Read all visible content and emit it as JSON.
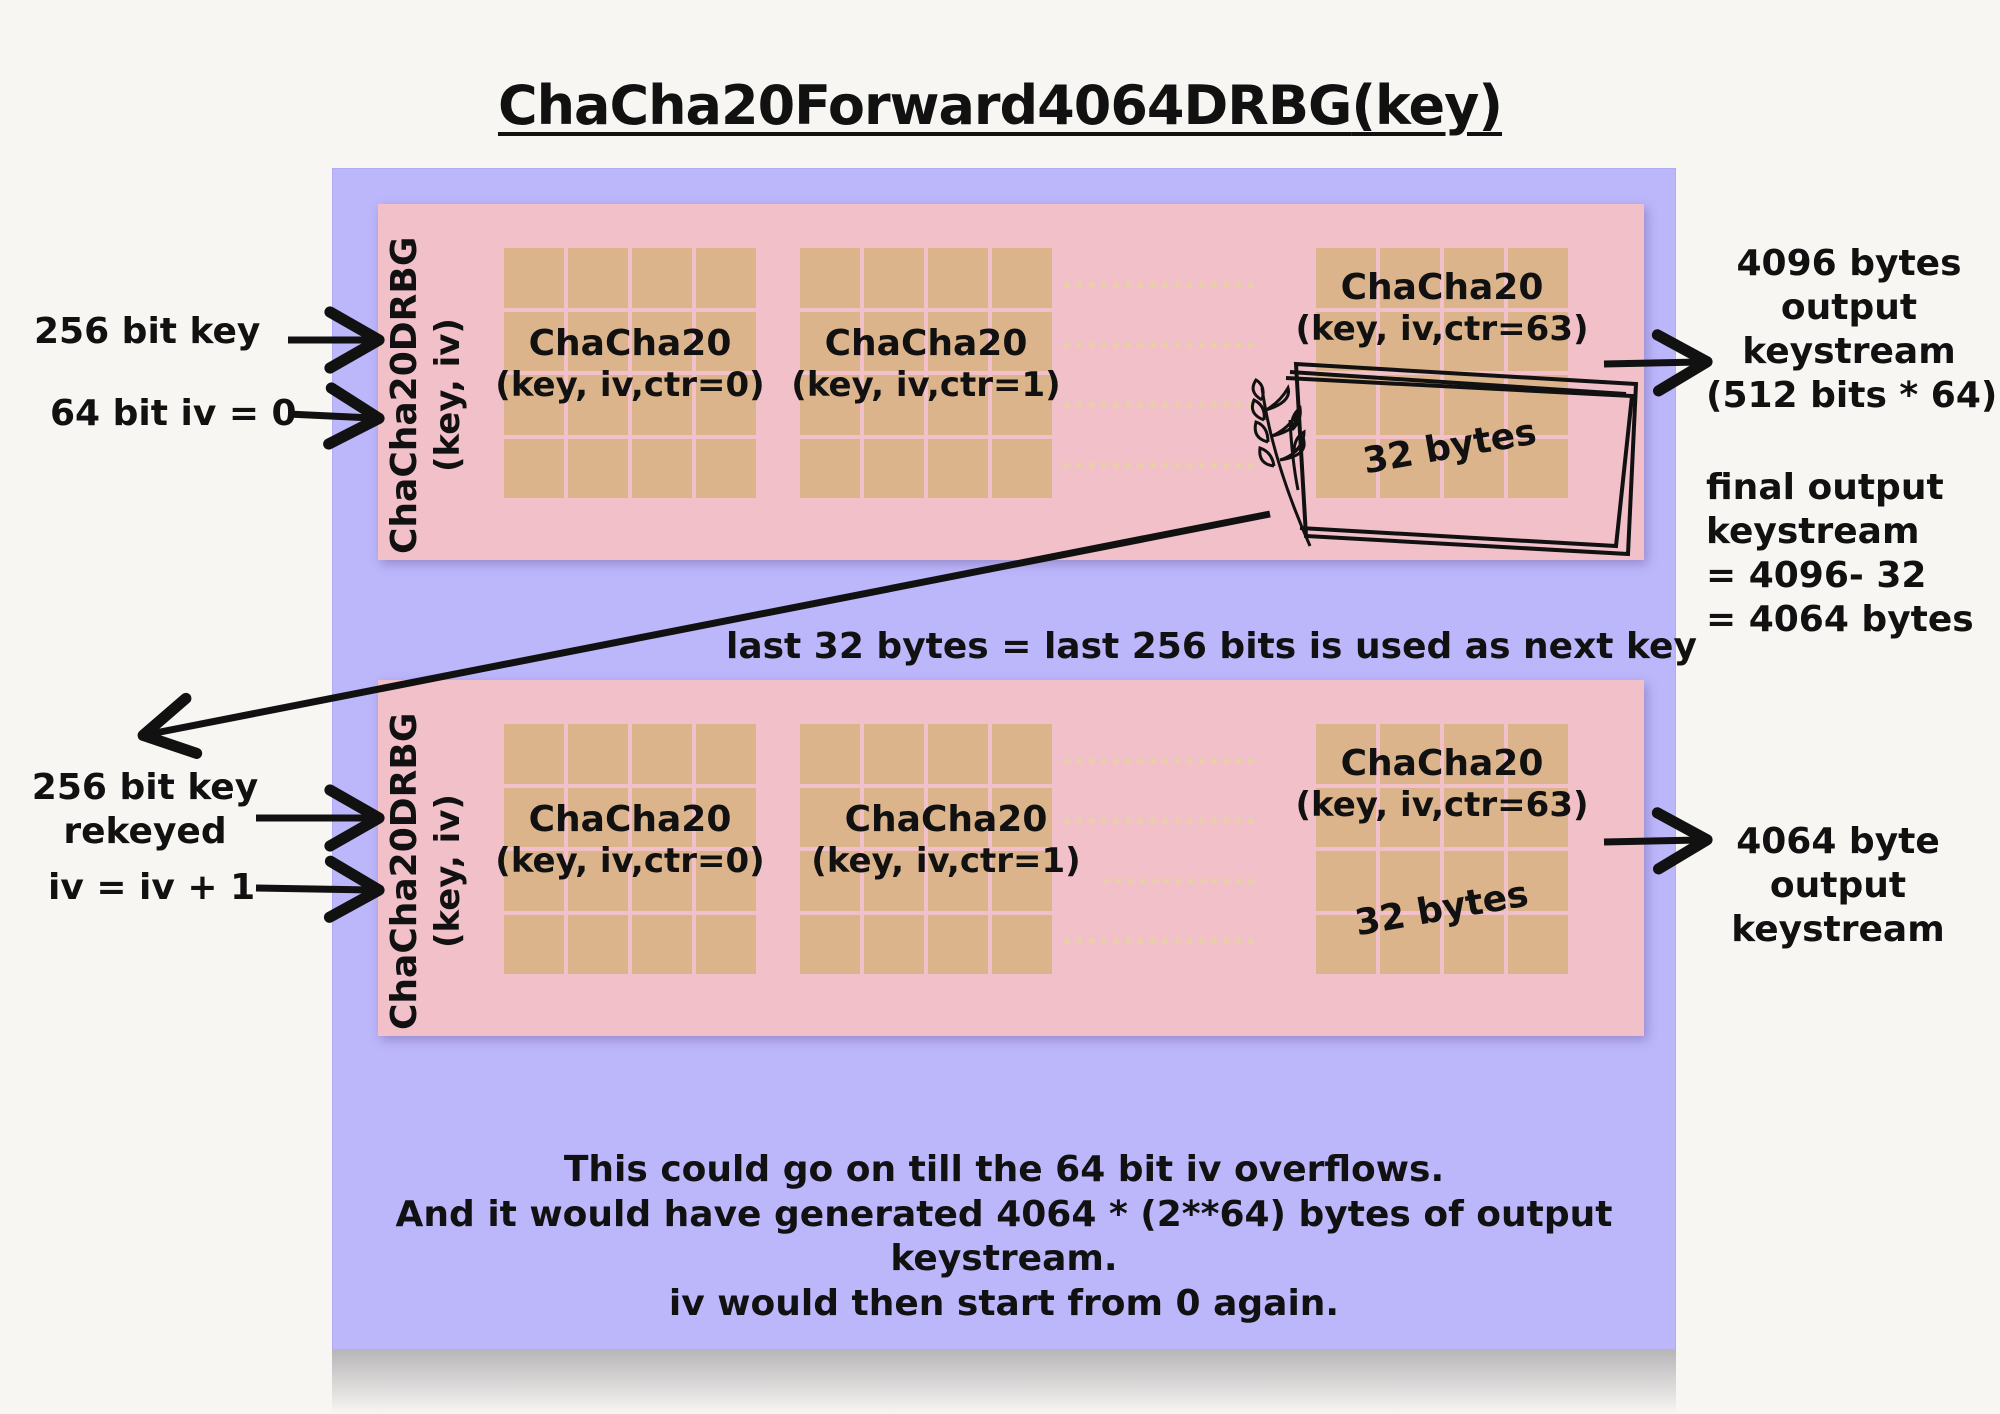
{
  "title": {
    "main": "ChaCha20Forward4064DRBG",
    "args": "(key)"
  },
  "drbg": {
    "name": "ChaCha20DRBG",
    "params": "(key, iv)",
    "block_name": "ChaCha20",
    "blocks": [
      {
        "params": "(key, iv,ctr=0)"
      },
      {
        "params": "(key, iv,ctr=1)"
      },
      {
        "params": "(key, iv,ctr=63)"
      }
    ],
    "tail_label": "32 bytes"
  },
  "inputs_top": {
    "key": "256 bit key",
    "iv": "64 bit iv = 0"
  },
  "inputs_bottom": {
    "key_line1": "256 bit key",
    "key_line2": "rekeyed",
    "iv": "iv = iv + 1"
  },
  "output_top": {
    "lines": [
      "4096 bytes",
      "output",
      "keystream",
      "(512 bits * 64)"
    ]
  },
  "final_output": {
    "lines": [
      "final output",
      "keystream",
      "= 4096- 32",
      "= 4064 bytes"
    ]
  },
  "rekey_note": "last 32 bytes = last 256 bits is used as next key",
  "output_bottom": {
    "lines": [
      "4064 byte",
      "output",
      "keystream"
    ]
  },
  "footer": {
    "lines": [
      "This could go on till the 64 bit iv overflows.",
      "And it would have generated 4064 * (2**64) bytes of output keystream.",
      "iv would then start from 0 again."
    ]
  },
  "colors": {
    "background": "#f8f6f2",
    "panel": "#bcb6fb",
    "drbg_box": "#f2c0c9",
    "cell": "#dcb48c",
    "ink": "#111111"
  }
}
